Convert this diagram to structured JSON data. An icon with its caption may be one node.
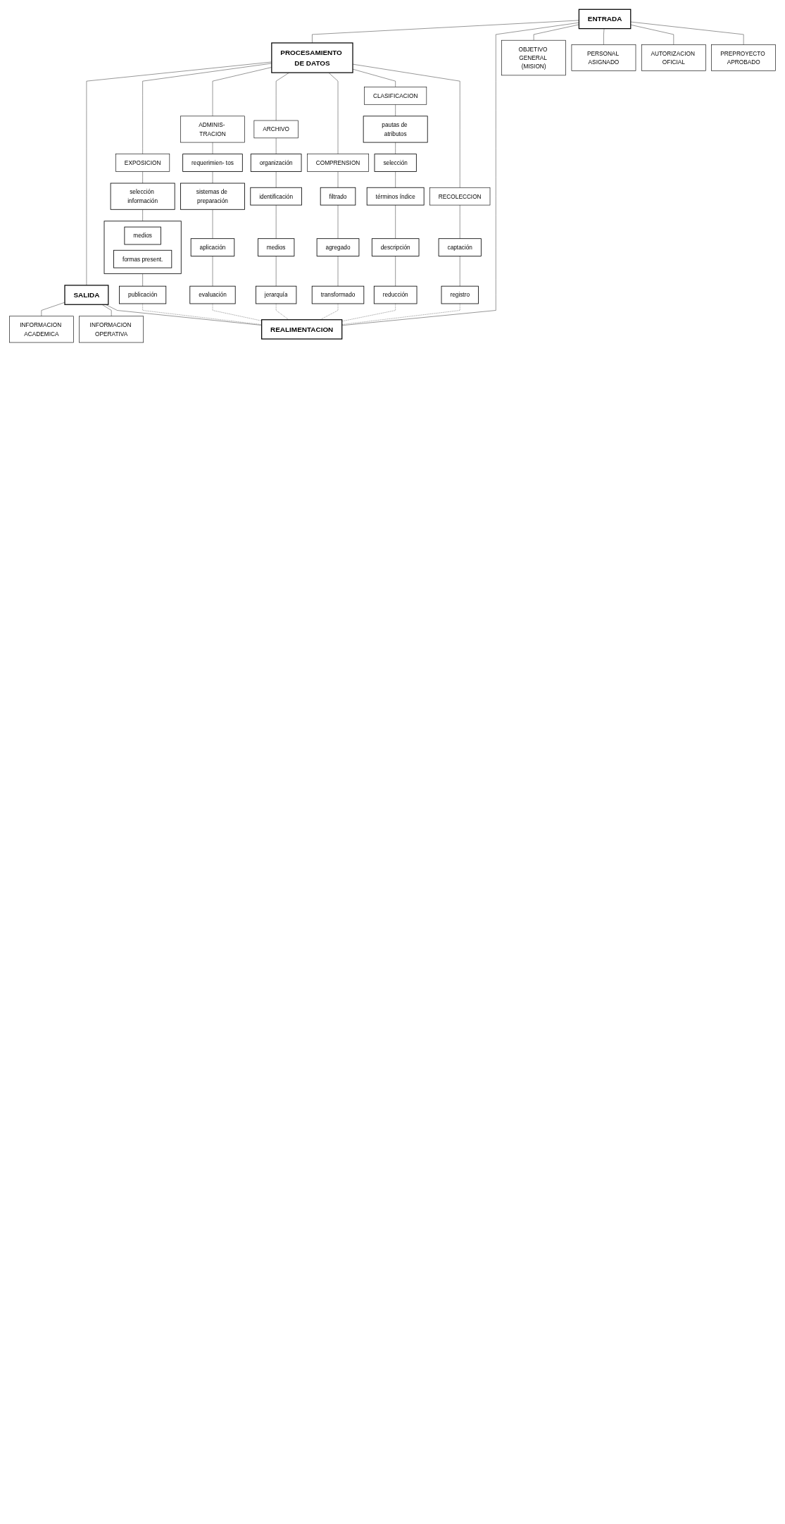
{
  "diagram": {
    "nodes": [
      {
        "text": [
          "SALIDA"
        ]
      },
      {
        "text": [
          "INFORMACION ACADEMICA"
        ]
      },
      {
        "text": [
          "INFORMACION OPERATIVA"
        ]
      },
      {
        "text": [
          "PROCESAMIENTO DE DATOS"
        ]
      },
      {
        "text": [
          "EXPOSICION"
        ]
      },
      {
        "text": [
          "selección información"
        ]
      },
      {
        "text": [],
        "shape": "box"
      },
      {
        "text": [
          "medios"
        ],
        "in": 6
      },
      {
        "text": [
          "formas present."
        ],
        "in": 6
      },
      {
        "text": [
          "publicación"
        ]
      },
      {
        "text": [
          "ADMINIS- TRACION"
        ]
      },
      {
        "text": [
          "requerimien- tos"
        ]
      },
      {
        "text": [
          "sistemas de preparación"
        ]
      },
      {
        "text": [
          "aplicación"
        ]
      },
      {
        "text": [
          "evaluación"
        ]
      },
      {
        "text": [
          "ARCHIVO"
        ]
      },
      {
        "text": [
          "organización"
        ]
      },
      {
        "text": [
          "identificación"
        ]
      },
      {
        "text": [
          "medios"
        ]
      },
      {
        "text": [
          "jerarquía"
        ]
      },
      {
        "text": [
          "COMPRENSION"
        ]
      },
      {
        "text": [
          "filtrado"
        ]
      },
      {
        "text": [
          "agregado"
        ]
      },
      {
        "text": [
          "transformado"
        ]
      },
      {
        "text": [
          "CLASIFICACION"
        ]
      },
      {
        "text": [
          "pautas de atributos"
        ]
      },
      {
        "text": [
          "selección"
        ]
      },
      {
        "text": [
          "términos índice"
        ]
      },
      {
        "text": [
          "descripción"
        ]
      },
      {
        "text": [
          "reducción"
        ]
      },
      {
        "text": [
          "RECOLECCION"
        ]
      },
      {
        "text": [
          "captación"
        ]
      },
      {
        "text": [
          "registro"
        ]
      },
      {
        "text": [
          "REALIMENTACION"
        ]
      },
      {
        "text": [
          "ENTRADA"
        ]
      },
      {
        "text": [
          "OBJETIVO GENERAL (MISION)"
        ]
      },
      {
        "text": [
          "PERSONAL ASIGNADO"
        ]
      },
      {
        "text": [
          "AUTORIZACION OFICIAL"
        ]
      },
      {
        "text": [
          "PREPROYECTO APROBADO"
        ]
      }
    ],
    "edges": [
      {
        "from": 34,
        "to": 3,
        "arrow": "none"
      },
      {
        "from": 3,
        "to": 0,
        "arrow": "none"
      },
      {
        "from": 0,
        "to": 1,
        "arrow": "none"
      },
      {
        "from": 0,
        "to": 2,
        "arrow": "none"
      },
      {
        "from": 0,
        "to": 33,
        "arrow": "none"
      },
      {
        "from": 34,
        "to": 33,
        "arrow": "none"
      },
      {
        "from": 34,
        "to": 35,
        "arrow": "none"
      },
      {
        "from": 34,
        "to": 36,
        "arrow": "none"
      },
      {
        "from": 34,
        "to": 37,
        "arrow": "none"
      },
      {
        "from": 34,
        "to": 38,
        "arrow": "none"
      },
      {
        "from": 3,
        "to": 4,
        "arrow": "none"
      },
      {
        "from": 3,
        "to": 10,
        "arrow": "none"
      },
      {
        "from": 3,
        "to": 15,
        "arrow": "none"
      },
      {
        "from": 3,
        "to": 20,
        "arrow": "none"
      },
      {
        "from": 3,
        "to": 24,
        "arrow": "none"
      },
      {
        "from": 3,
        "to": 30,
        "arrow": "none"
      },
      {
        "from": 4,
        "to": 5,
        "arrow": "none"
      },
      {
        "from": 5,
        "to": 6,
        "arrow": "none"
      },
      {
        "from": 6,
        "to": 9,
        "arrow": "none"
      },
      {
        "from": 9,
        "to": 33,
        "arrow": "none",
        "style": "dashed"
      },
      {
        "from": 10,
        "to": 11,
        "arrow": "none"
      },
      {
        "from": 11,
        "to": 12,
        "arrow": "none"
      },
      {
        "from": 12,
        "to": 13,
        "arrow": "none"
      },
      {
        "from": 13,
        "to": 14,
        "arrow": "none"
      },
      {
        "from": 14,
        "to": 33,
        "arrow": "none",
        "style": "dashed"
      },
      {
        "from": 15,
        "to": 16,
        "arrow": "none"
      },
      {
        "from": 16,
        "to": 17,
        "arrow": "none"
      },
      {
        "from": 17,
        "to": 18,
        "arrow": "none"
      },
      {
        "from": 18,
        "to": 19,
        "arrow": "none"
      },
      {
        "from": 19,
        "to": 33,
        "arrow": "none",
        "style": "dashed"
      },
      {
        "from": 20,
        "to": 21,
        "arrow": "none"
      },
      {
        "from": 21,
        "to": 22,
        "arrow": "none"
      },
      {
        "from": 22,
        "to": 23,
        "arrow": "none"
      },
      {
        "from": 23,
        "to": 33,
        "arrow": "none",
        "style": "dashed"
      },
      {
        "from": 24,
        "to": 25,
        "arrow": "none"
      },
      {
        "from": 25,
        "to": 26,
        "arrow": "none"
      },
      {
        "from": 26,
        "to": 27,
        "arrow": "none"
      },
      {
        "from": 27,
        "to": 28,
        "arrow": "none"
      },
      {
        "from": 28,
        "to": 29,
        "arrow": "none"
      },
      {
        "from": 29,
        "to": 33,
        "arrow": "none",
        "style": "dashed"
      },
      {
        "from": 30,
        "to": 31,
        "arrow": "none"
      },
      {
        "from": 31,
        "to": 32,
        "arrow": "none"
      },
      {
        "from": 32,
        "to": 33,
        "arrow": "none",
        "style": "dashed"
      }
    ]
  }
}
